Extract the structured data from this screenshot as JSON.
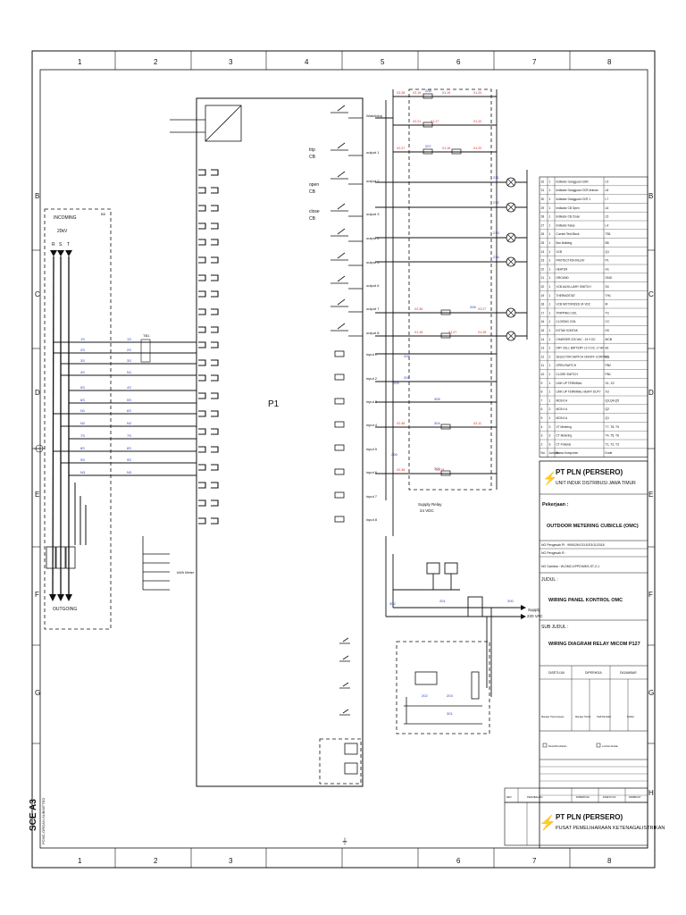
{
  "colors": {
    "ink": "#111111",
    "red": "#dd2222",
    "blue": "#2a3fc0",
    "paper": "#ffffff"
  },
  "grid": {
    "cols": [
      "1",
      "2",
      "3",
      "4",
      "5",
      "6",
      "7",
      "8"
    ],
    "rows": [
      "B",
      "C",
      "D",
      "E",
      "F",
      "G",
      "H"
    ]
  },
  "left_panel": {
    "incoming": "INCOMING",
    "voltage": "20kV",
    "phases": [
      "R",
      "S",
      "T"
    ],
    "outgoing": "OUTGOING",
    "box_label": "B5",
    "kwh": "kWh Meter"
  },
  "relay": {
    "name": "P1",
    "trip": "trip",
    "trip_cb": "CB",
    "open": "open",
    "open_cb": "CB",
    "close": "close",
    "close_cb": "CB",
    "outputs": [
      "Watchdog",
      "output 1",
      "output 2",
      "output 3",
      "output 4",
      "output 5",
      "output 6",
      "output 7",
      "output 8"
    ],
    "inputs": [
      "input 1",
      "input 2",
      "input 3",
      "input 4",
      "input 5",
      "input 6",
      "input 7",
      "input 8"
    ],
    "supply": "Supply Relay",
    "supply_v": "24 VDC",
    "ac_supply": "Supply",
    "ac_v": "220 VAC",
    "tb": "TB1"
  },
  "wire_labels": {
    "red": [
      "X2.28",
      "X2.19",
      "X1.19",
      "X1.20",
      "X2.21",
      "X1.17",
      "X1.22",
      "X2.27",
      "X1.16",
      "X1.22",
      "X2.36",
      "X2.27",
      "X1.18",
      "X1.27",
      "X1.28",
      "X2.36",
      "X2.11",
      "X2.36",
      "X2.19"
    ],
    "blue": [
      "208",
      "207",
      "211",
      "212",
      "213",
      "214",
      "206",
      "209",
      "206",
      "205",
      "305",
      "304",
      "303",
      "201",
      "202",
      "203",
      "301",
      "302",
      "200",
      "206"
    ]
  },
  "component_list": {
    "rows": [
      [
        "32",
        "1",
        "Indikator Gangguan GGR",
        "L9"
      ],
      [
        "31",
        "1",
        "Indikator Gangguan OCR kiriman",
        "L8"
      ],
      [
        "30",
        "1",
        "Indikator Gangguan OCR 1",
        "L7"
      ],
      [
        "29",
        "1",
        "Indikator CB Open",
        "L6"
      ],
      [
        "28",
        "1",
        "Indikator CB Close",
        "L5"
      ],
      [
        "27",
        "1",
        "Indikator Kelas",
        "L4"
      ],
      [
        "26",
        "1",
        "Current Test Block",
        "TB1"
      ],
      [
        "25",
        "1",
        "Box Building",
        "B5"
      ],
      [
        "24",
        "1",
        "VCB",
        "Q1"
      ],
      [
        "23",
        "1",
        "PROTECTION RELAY",
        "P1"
      ],
      [
        "22",
        "1",
        "HEATER",
        "H1"
      ],
      [
        "21",
        "1",
        "GROUND",
        "GND"
      ],
      [
        "20",
        "1",
        "VCB AUXILLIARY SWITCH",
        "S4"
      ],
      [
        "19",
        "1",
        "THERMOSTAT",
        "TH1"
      ],
      [
        "18",
        "1",
        "VCB MOTORIZED 24 VDC",
        "M"
      ],
      [
        "17",
        "1",
        "TRIPPING COIL",
        "TC"
      ],
      [
        "16",
        "1",
        "CLOSING COIL",
        "CC"
      ],
      [
        "15",
        "1",
        "KOTAK KONTAK",
        "KK"
      ],
      [
        "14",
        "1",
        "CHARGER 220 VAC - 24 V DC",
        "MCB"
      ],
      [
        "13",
        "1",
        "DRY CELL BATTERY 12 V DC, 17 Ah",
        "B1"
      ],
      [
        "12",
        "2",
        "SELECTOR SWITCH ON/OFF CONTROL",
        "S3"
      ],
      [
        "11",
        "1",
        "OPEN SWITCH",
        "PB2"
      ],
      [
        "10",
        "1",
        "CLOSE SWITCH",
        "PB1"
      ],
      [
        "9",
        "1",
        "LINK UP TERMINAL",
        "X1, X2"
      ],
      [
        "8",
        "1",
        "LINK UP TERMINAL HEAVY DUTY",
        "X3"
      ],
      [
        "7",
        "1",
        "MCB 6 A",
        "Q3,Q4,Q5"
      ],
      [
        "6",
        "2",
        "MCB 4 A",
        "Q2"
      ],
      [
        "5",
        "1",
        "MCB 6 A",
        "Q1"
      ],
      [
        "4",
        "3",
        "VT Metering",
        "T7, T8, T9"
      ],
      [
        "3",
        "3",
        "CT Metering",
        "T4, T5, T6"
      ],
      [
        "2",
        "3",
        "CT Proteksi",
        "T1, T2, T3"
      ],
      [
        "No",
        "Jumlah",
        "Nama Komponen",
        "Kode"
      ]
    ]
  },
  "title_block": {
    "company": "PT PLN (PERSERO)",
    "unit": "UNIT INDUK DISTRIBUSI JAWA TIMUR",
    "pekerjaan_label": "Pekerjaan :",
    "pekerjaan": "OUTDOOR METERING CUBICLE (OMC)",
    "no_pengesah": "NO Pengesah PI : 9900/2K/G/3-E/03/11/2018",
    "no_pengesah2": "NO Pengesah R :",
    "no_gambar": "NO Gambar : W-DMC-KPPD/MKS-ST-2-1",
    "judul_label": "JUDUL :",
    "judul": "WIRING PANEL KONTROL OMC",
    "subjudul_label": "SUB JUDUL :",
    "subjudul": "WIRING DIAGRAM RELAY MICOM P127",
    "headers": [
      "DISETUJUI",
      "DIPERIKSA",
      "DIGAMBAR"
    ],
    "signers": [
      "Manajer Perencanaan",
      "Manajer Teknik",
      "Staff Rendalin",
      "Drafter"
    ],
    "revisi": "Revisi/Perubahan",
    "dicetak": "Lembar dicetak",
    "company2": "PT PLN (PERSERO)",
    "unit2": "PUSAT PEMELIHARAAN KETENAGALISTRIKAN",
    "small_rev": [
      "REV",
      "PERUBAHAN",
      "DIPERIKSA",
      "DISETUJUI",
      "PEMBUAT"
    ],
    "sheet_size": "SCE A3",
    "sheet_label": "PCMC-ORGAN-SUBMITTED"
  }
}
